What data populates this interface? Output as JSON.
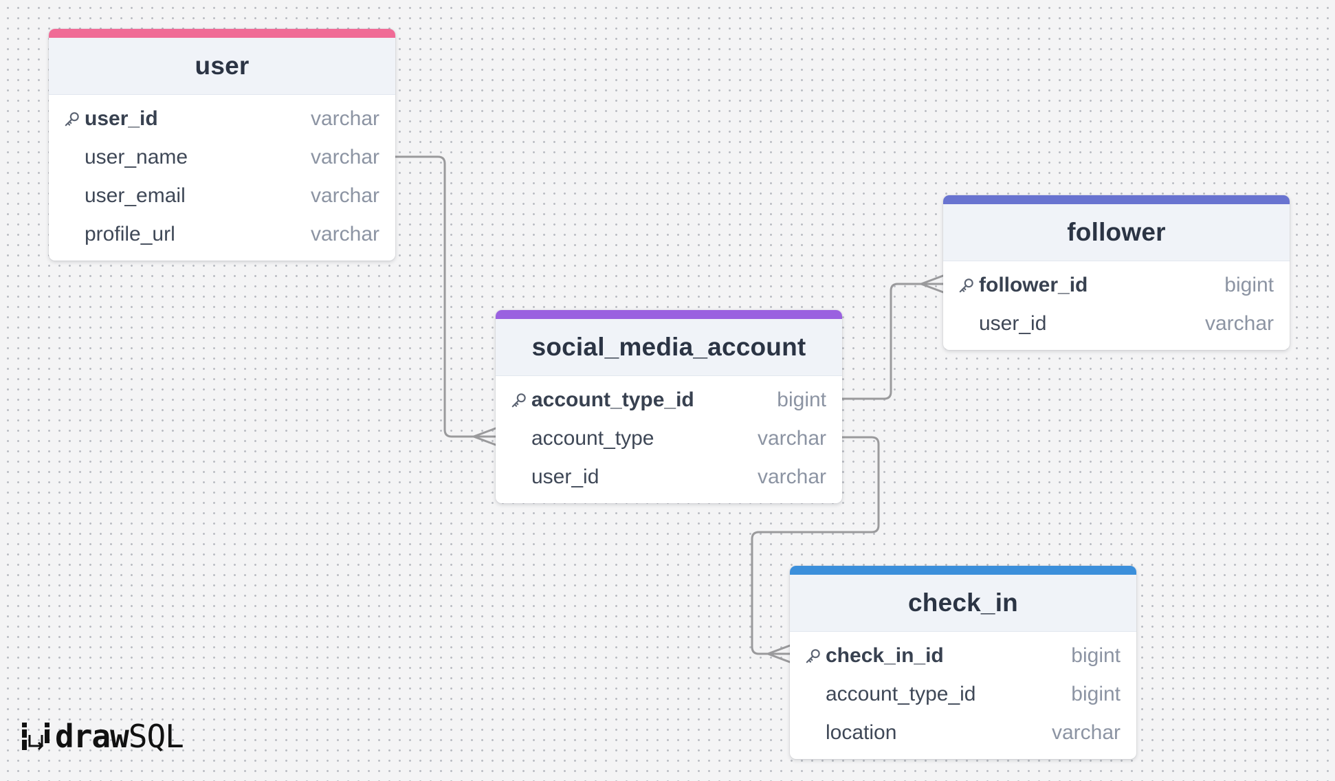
{
  "diagram": {
    "tables": [
      {
        "name": "user",
        "color": "#f06b96",
        "columns": [
          {
            "name": "user_id",
            "type": "varchar",
            "primary_key": true
          },
          {
            "name": "user_name",
            "type": "varchar",
            "primary_key": false
          },
          {
            "name": "user_email",
            "type": "varchar",
            "primary_key": false
          },
          {
            "name": "profile_url",
            "type": "varchar",
            "primary_key": false
          }
        ]
      },
      {
        "name": "social_media_account",
        "color": "#9a61e0",
        "columns": [
          {
            "name": "account_type_id",
            "type": "bigint",
            "primary_key": true
          },
          {
            "name": "account_type",
            "type": "varchar",
            "primary_key": false
          },
          {
            "name": "user_id",
            "type": "varchar",
            "primary_key": false
          }
        ]
      },
      {
        "name": "follower",
        "color": "#6873d0",
        "columns": [
          {
            "name": "follower_id",
            "type": "bigint",
            "primary_key": true
          },
          {
            "name": "user_id",
            "type": "varchar",
            "primary_key": false
          }
        ]
      },
      {
        "name": "check_in",
        "color": "#3b8fdb",
        "columns": [
          {
            "name": "check_in_id",
            "type": "bigint",
            "primary_key": true
          },
          {
            "name": "account_type_id",
            "type": "bigint",
            "primary_key": false
          },
          {
            "name": "location",
            "type": "varchar",
            "primary_key": false
          }
        ]
      }
    ],
    "relationships": [
      {
        "from": "user.user_name",
        "to": "social_media_account.account_type",
        "to_cardinality": "many"
      },
      {
        "from": "social_media_account.account_type_id",
        "to": "follower.follower_id",
        "to_cardinality": "many"
      },
      {
        "from": "social_media_account.account_type",
        "to": "check_in.check_in_id",
        "to_cardinality": "many"
      }
    ],
    "connector_color": "#9a9a9c",
    "primary_key_icon": "key-icon"
  },
  "branding": {
    "logo_bold": "draw",
    "logo_light": "SQL",
    "logo_icon": "drawsql-logo-icon"
  }
}
